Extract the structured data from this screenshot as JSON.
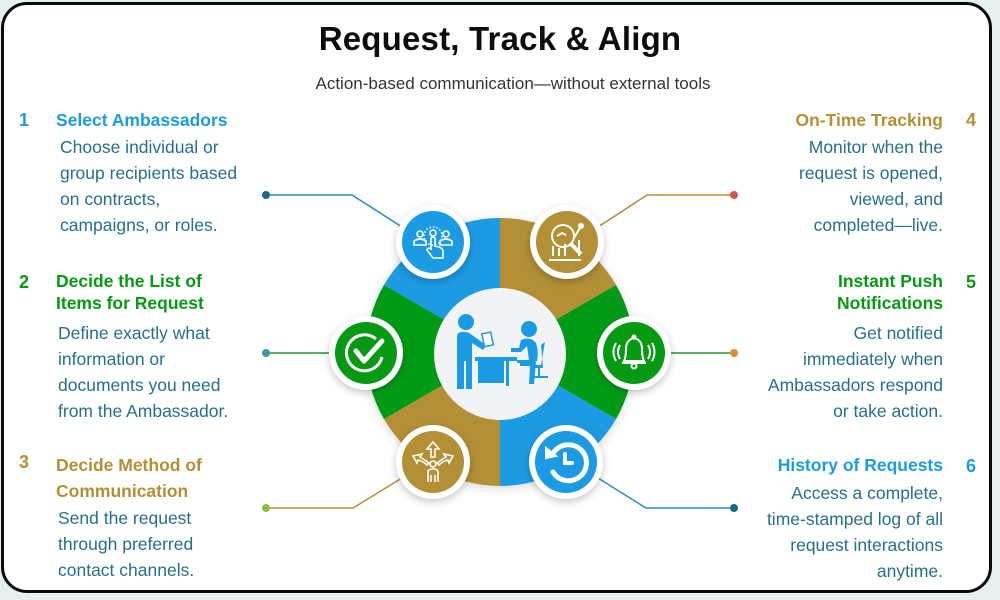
{
  "title": "Request, Track & Align",
  "subtitle": "Action-based communication—without external tools",
  "colors": {
    "blue": "#1b9be3",
    "gold": "#b38f35",
    "green": "#069a13",
    "desc_text": "#25708a",
    "center_fill": "#f2f3f4",
    "center_icon": "#1b9be3"
  },
  "center": {
    "icon": "person-handing-document-to-person-at-desk-icon"
  },
  "steps": [
    {
      "number": "1",
      "heading": "Select Ambassadors",
      "description": "Choose individual or\ngroup recipients based\non contracts,\ncampaigns, or roles.",
      "color": "#1b9be3",
      "icon": "select-people-click-icon",
      "dot_color": "#1a6a86"
    },
    {
      "number": "2",
      "heading": "Decide the List of\nItems for Request",
      "description": "Define exactly what\ninformation or\ndocuments you need\nfrom the Ambassador.",
      "color": "#069a13",
      "icon": "check-circle-icon",
      "dot_color": "#3a9aa0"
    },
    {
      "number": "3",
      "heading": "Decide Method of\nCommunication",
      "description": "Send the request\nthrough preferred\ncontact channels.",
      "color": "#b38f35",
      "icon": "person-crossroads-arrows-icon",
      "dot_color": "#8dbf45"
    },
    {
      "number": "4",
      "heading": "On-Time Tracking",
      "description": "Monitor when the\nrequest is opened,\nviewed, and\ncompleted—live.",
      "color": "#b38f35",
      "icon": "magnifier-analytics-icon",
      "dot_color": "#d9534f"
    },
    {
      "number": "5",
      "heading": "Instant Push\nNotifications",
      "description": "Get notified\nimmediately when\nAmbassadors respond\nor take action.",
      "color": "#069a13",
      "icon": "ringing-bell-icon",
      "dot_color": "#e38a3a"
    },
    {
      "number": "6",
      "heading": "History of Requests",
      "description": "Access a complete,\ntime-stamped log of all\nrequest interactions\nanytime.",
      "color": "#1b9be3",
      "icon": "history-clock-icon",
      "dot_color": "#1a6a86"
    }
  ]
}
